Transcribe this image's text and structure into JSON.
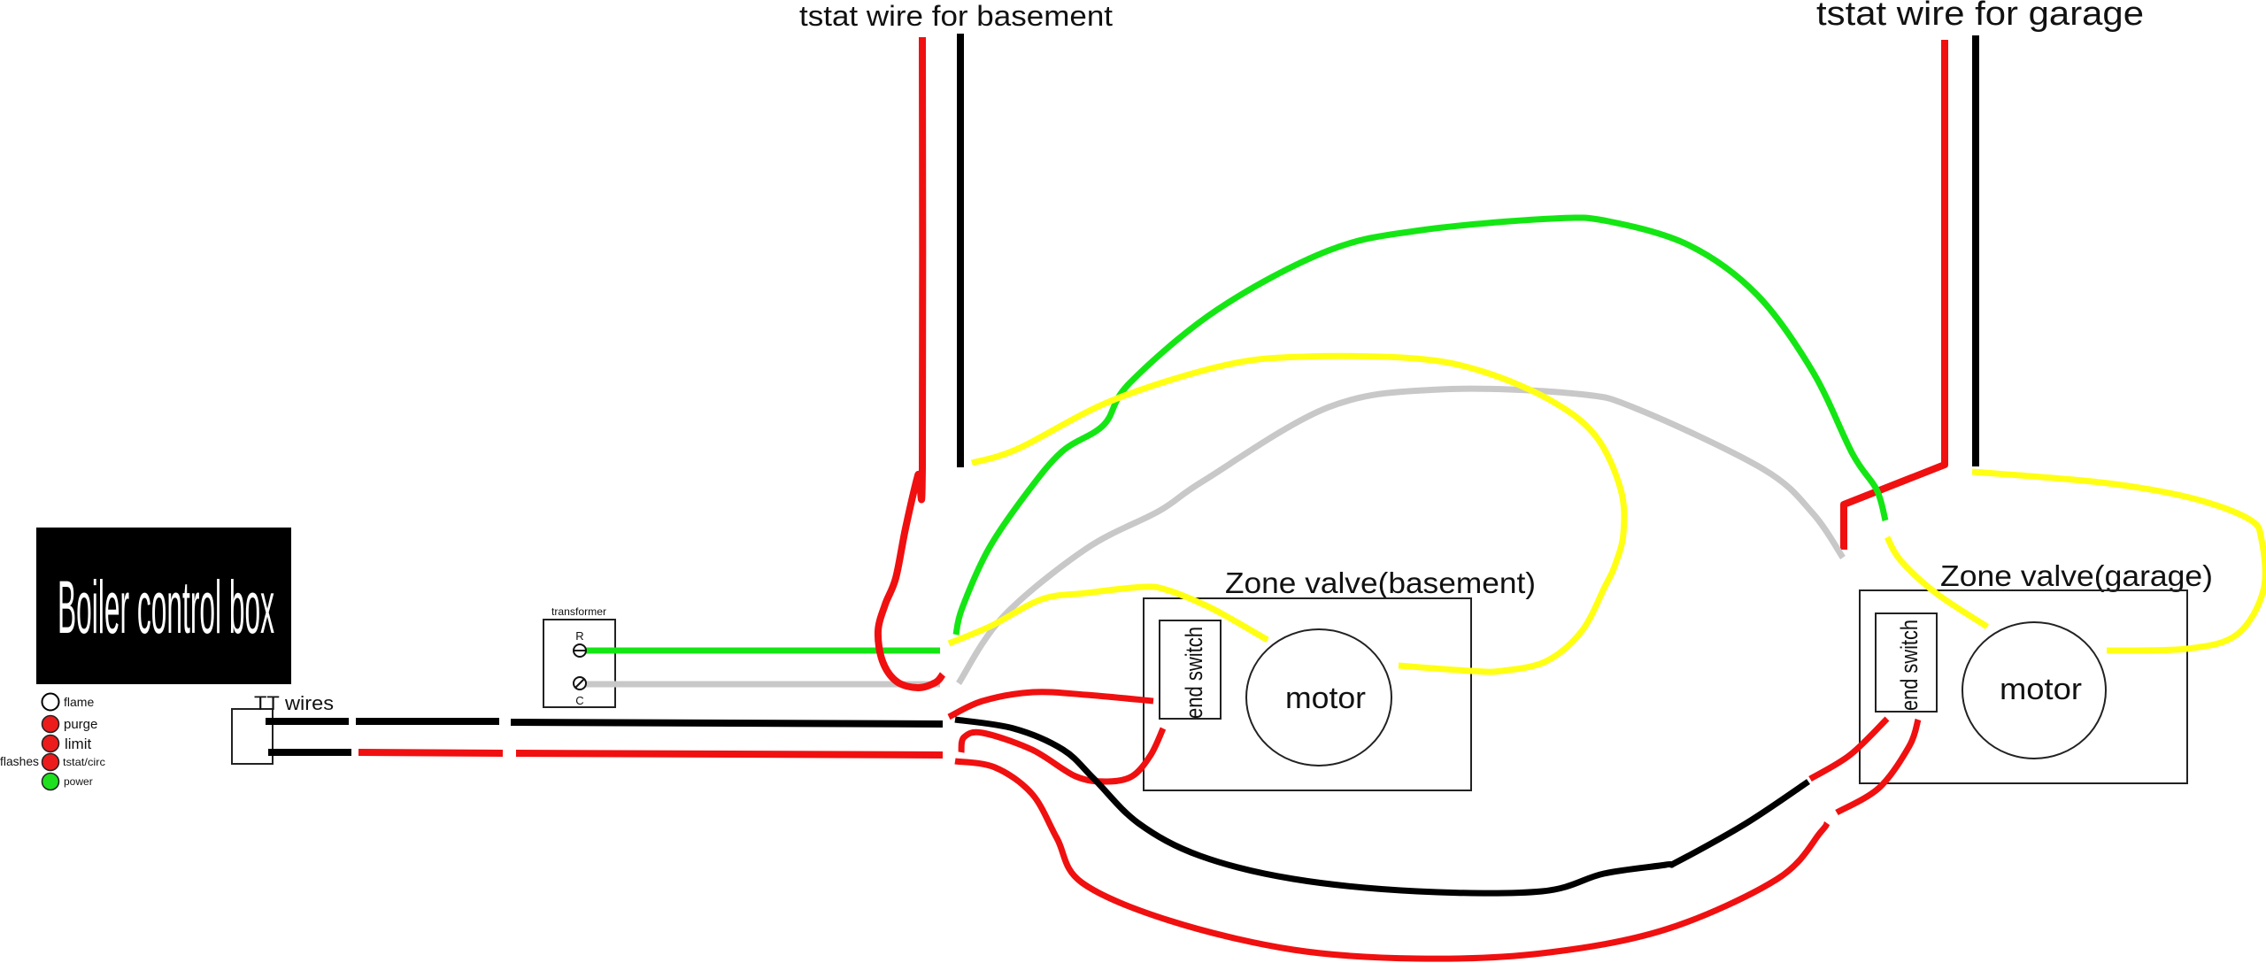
{
  "diagram": {
    "labels": {
      "tstat_basement": "tstat wire for basement",
      "tstat_garage": "tstat wire for garage"
    },
    "boiler_control_box": {
      "title": "Boiler control box",
      "flashes_note": "flashes",
      "indicators": [
        {
          "label": "flame",
          "color": "#ffffff"
        },
        {
          "label": "purge",
          "color": "#ec1c1c"
        },
        {
          "label": "limit",
          "color": "#ec1c1c"
        },
        {
          "label": "tstat/circ",
          "color": "#ec1c1c"
        },
        {
          "label": "power",
          "color": "#1fe01f"
        }
      ]
    },
    "tt_terminal": {
      "label": "TT wires"
    },
    "transformer": {
      "label": "transformer",
      "terminal_r": "R",
      "terminal_c": "C"
    },
    "zone_valves": [
      {
        "title": "Zone valve(basement)",
        "switch_label": "end switch",
        "motor_label": "motor"
      },
      {
        "title": "Zone valve(garage)",
        "switch_label": "end switch",
        "motor_label": "motor"
      }
    ]
  },
  "colors": {
    "red": "#f01010",
    "black": "#000000",
    "green": "#14e614",
    "yellow": "#ffff14",
    "gray": "#c8c8c8"
  }
}
